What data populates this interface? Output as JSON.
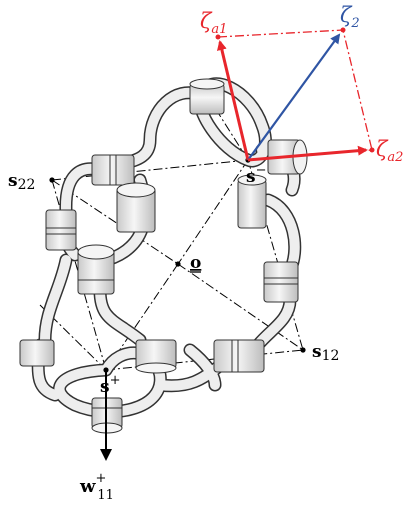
{
  "diagram": {
    "labels": {
      "zeta_a1": "ζ",
      "zeta_a1_sub": "a1",
      "zeta_2": "ζ",
      "zeta_2_sub": "2",
      "zeta_a2": "ζ",
      "zeta_a2_sub": "a2",
      "s22": "s",
      "s22_sub": "22",
      "s_minus": "s",
      "s_minus_sup": "−",
      "o": "o",
      "s12": "s",
      "s12_sub": "12",
      "s_plus": "s",
      "s_plus_sup": "+",
      "w11": "w",
      "w11_sup": "+",
      "w11_sub": "11"
    },
    "colors": {
      "red": "#e8262c",
      "blue": "#2f55a4",
      "black": "#000000",
      "link_fill": "#eeeeee",
      "link_stroke": "#333333"
    }
  }
}
